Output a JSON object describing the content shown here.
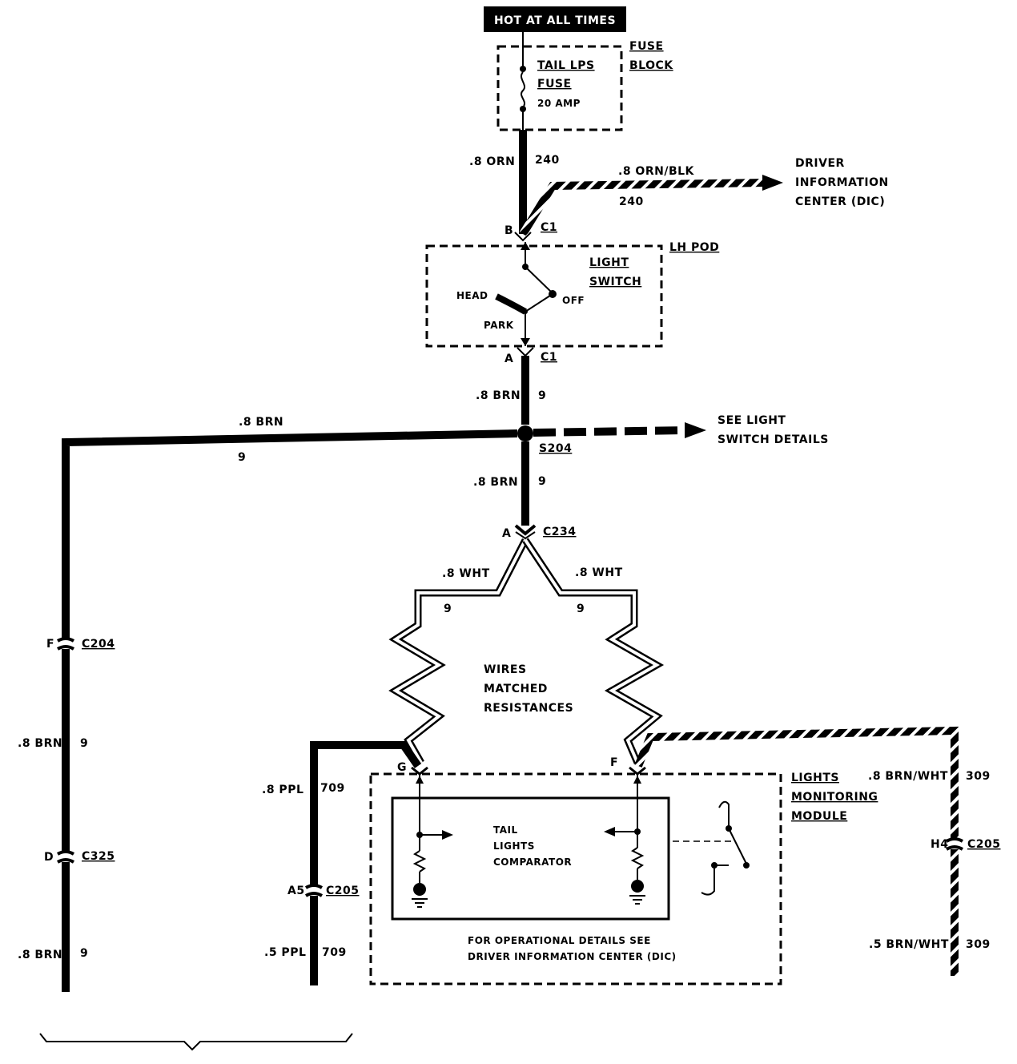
{
  "header": {
    "hot_label": "HOT AT ALL TIMES"
  },
  "fuse_block": {
    "label_line1": "FUSE",
    "label_line2": "BLOCK",
    "fuse_line1": "TAIL LPS",
    "fuse_line2": "FUSE",
    "rating": "20 AMP"
  },
  "wires": {
    "w240_size": ".8 ORN",
    "w240_num": "240",
    "dic_wire_size": ".8 ORN/BLK",
    "dic_wire_num": "240",
    "w9_a_size": ".8 BRN",
    "w9_a_num": "9",
    "w9_left_size": ".8 BRN",
    "w9_left_num": "9",
    "w9_b_size": ".8 BRN",
    "w9_b_num": "9",
    "wht_left_size": ".8 WHT",
    "wht_left_num": "9",
    "wht_right_size": ".8 WHT",
    "wht_right_num": "9",
    "left_mid_size": ".8 BRN",
    "left_mid_num": "9",
    "left_bot_size": ".8 BRN",
    "left_bot_num": "9",
    "ppl_top_size": ".8 PPL",
    "ppl_top_num": "709",
    "ppl_bot_size": ".5 PPL",
    "ppl_bot_num": "709",
    "brnwht_top_size": ".8 BRN/WHT",
    "brnwht_top_num": "309",
    "brnwht_bot_size": ".5 BRN/WHT",
    "brnwht_bot_num": "309"
  },
  "dic": {
    "line1": "DRIVER",
    "line2": "INFORMATION",
    "line3": "CENTER (DIC)"
  },
  "light_switch": {
    "pod_label": "LH POD",
    "label_line1": "LIGHT",
    "label_line2": "SWITCH",
    "head": "HEAD",
    "off": "OFF",
    "park": "PARK"
  },
  "connectors": {
    "c1_top_pin": "B",
    "c1_top": "C1",
    "c1_bot_pin": "A",
    "c1_bot": "C1",
    "s204": "S204",
    "c234_pin": "A",
    "c234": "C234",
    "c204_pin": "F",
    "c204": "C204",
    "c325_pin": "D",
    "c325": "C325",
    "c205_a5_pin": "A5",
    "c205_a5": "C205",
    "c205_h4_pin": "H4",
    "c205_h4": "C205",
    "module_g_pin": "G",
    "module_f_pin": "F"
  },
  "light_details": {
    "line1": "SEE LIGHT",
    "line2": "SWITCH DETAILS"
  },
  "resistance_note": {
    "line1": "WIRES",
    "line2": "MATCHED",
    "line3": "RESISTANCES"
  },
  "module": {
    "label_line1": "LIGHTS",
    "label_line2": "MONITORING",
    "label_line3": "MODULE",
    "comparator_line1": "TAIL",
    "comparator_line2": "LIGHTS",
    "comparator_line3": "COMPARATOR",
    "note_line1": "FOR OPERATIONAL DETAILS SEE",
    "note_line2": "DRIVER INFORMATION CENTER (DIC)"
  }
}
